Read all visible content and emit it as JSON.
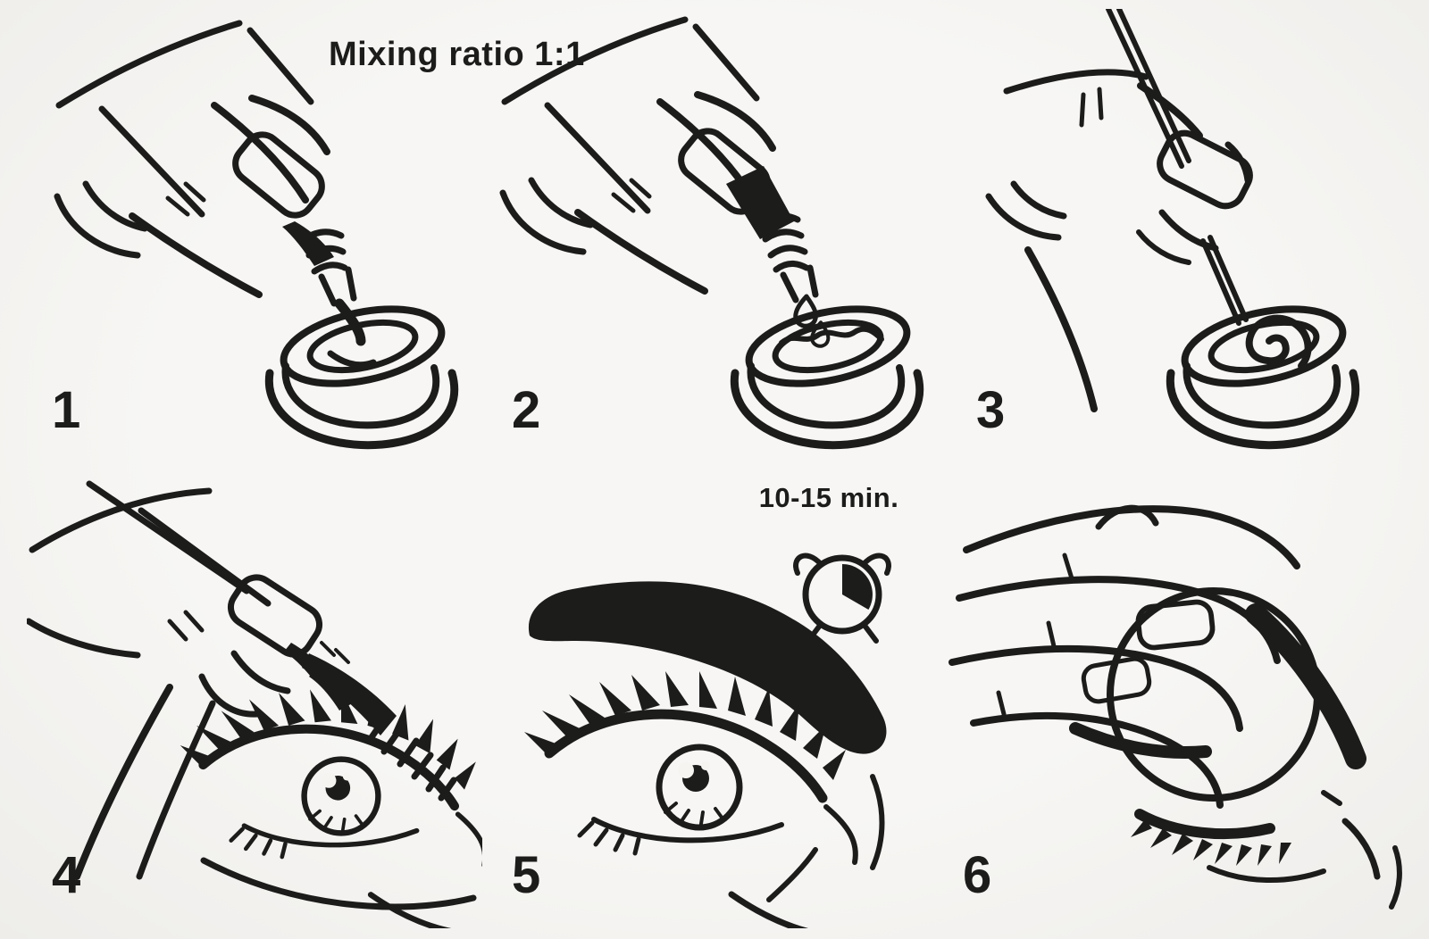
{
  "title": "Mixing ratio 1:1",
  "colors": {
    "ink": "#1c1c1a",
    "background": "#f5f4f1"
  },
  "steps": [
    {
      "number": "1",
      "icon": "squeeze-tube-into-dish-icon"
    },
    {
      "number": "2",
      "icon": "dropper-drops-into-dish-icon"
    },
    {
      "number": "3",
      "icon": "stir-mixture-with-stick-icon"
    },
    {
      "number": "4",
      "icon": "apply-tint-to-eyebrow-icon"
    },
    {
      "number": "5",
      "icon": "alarm-clock-wait-icon",
      "timer_label": "10-15 min."
    },
    {
      "number": "6",
      "icon": "wipe-brow-with-cotton-pad-icon"
    }
  ]
}
